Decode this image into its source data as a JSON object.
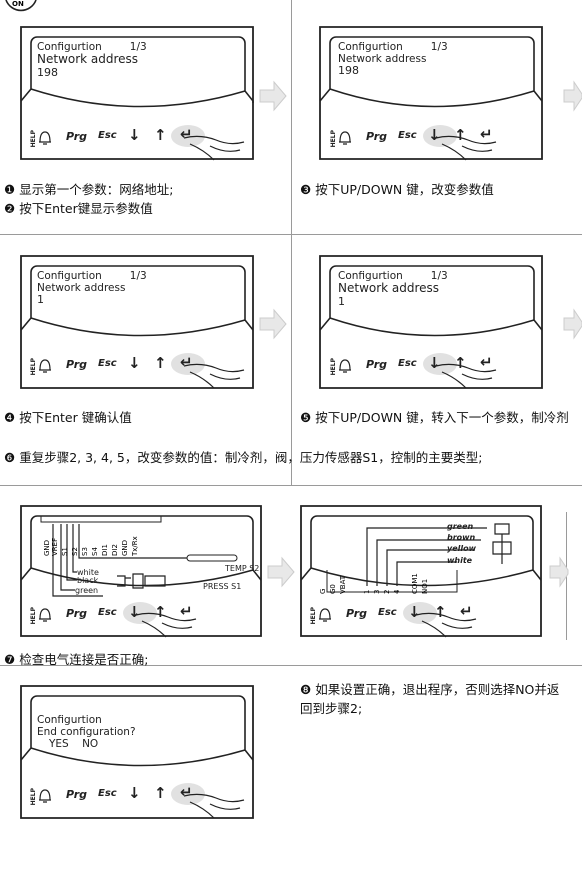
{
  "lcd": {
    "configuration": "Configurtion",
    "page": "1/3",
    "network_address": "Network address",
    "value_initial": "198",
    "value_new": "1",
    "end_configuration": "End configuration?",
    "yes_no": "YES    NO"
  },
  "keys": {
    "help": "HELP",
    "prg": "Prg",
    "esc": "Esc"
  },
  "steps": {
    "s1": "显示第一个参数：网络地址;",
    "s2": "按下Enter键显示参数值",
    "s3": "按下UP/DOWN 键，改变参数值",
    "s4": "按下Enter 键确认值",
    "s5": "按下UP/DOWN 键，转入下一个参数，制冷剂",
    "s6": "重复步骤2, 3, 4, 5，改变参数的值：制冷剂，阀，压力传感器S1，控制的主要类型;",
    "s7": "检查电气连接是否正确;",
    "s8": "如果设置正确，退出程序，否则选择NO并返回到步骤2;"
  },
  "wiring": {
    "left_terminals": [
      "GND",
      "VREF",
      "S1",
      "S2",
      "S3",
      "S4",
      "DI1",
      "DI2",
      "GND",
      "Tx/Rx"
    ],
    "temp_label": "TEMP S2",
    "press_label": "PRESS S1",
    "wires_left": [
      "white",
      "black",
      "green"
    ],
    "right_terminals": [
      "G",
      "G0",
      "VBAT",
      "1",
      "3",
      "2",
      "4",
      "COM1",
      "NO1"
    ],
    "wires_right": [
      "green",
      "brown",
      "yellow",
      "white"
    ]
  },
  "badges": {
    "1": "❶",
    "2": "❷",
    "3": "❸",
    "4": "❹",
    "5": "❺",
    "6": "❻",
    "7": "❼",
    "8": "❽"
  }
}
